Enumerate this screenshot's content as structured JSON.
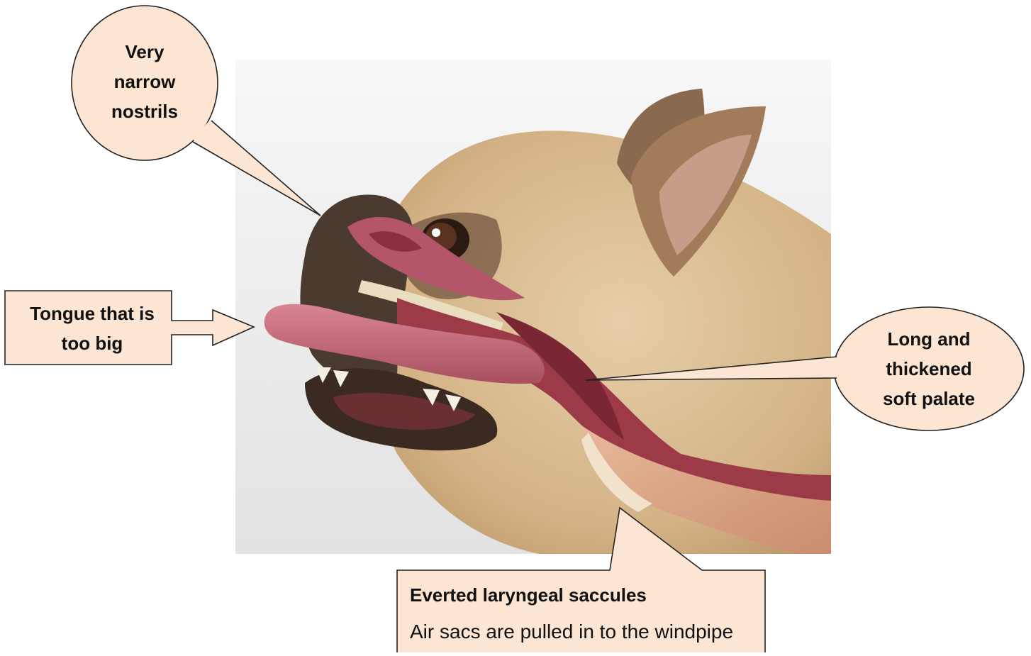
{
  "colors": {
    "callout_fill": "#fce5d2",
    "callout_stroke": "#222222",
    "photo_background": "#eeeeee",
    "fur": "#dcbf95",
    "muzzle": "#4a3a30",
    "airway_tissue": "#9c3a48",
    "tongue": "#c86878"
  },
  "callouts": {
    "nostrils": "Very\nnarrow\nnostrils",
    "tongue": "Tongue that is\ntoo big",
    "soft_palate": "Long and\nthickened\nsoft palate",
    "saccules": {
      "title": "Everted laryngeal saccules",
      "description": "Air sacs are pulled in to the windpipe"
    }
  }
}
